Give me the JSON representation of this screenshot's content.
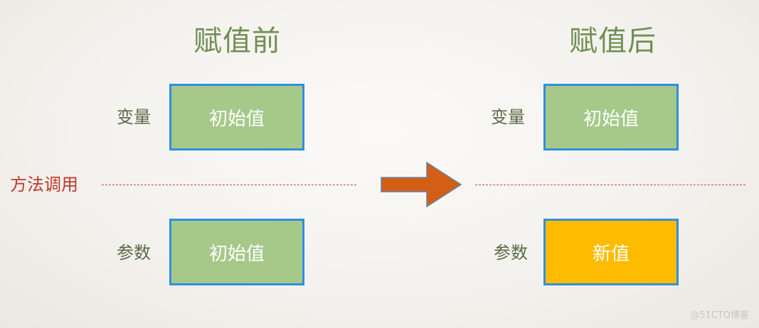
{
  "before": {
    "title": "赋值前",
    "variable_label": "变量",
    "variable_value": "初始值",
    "param_label": "参数",
    "param_value": "初始值"
  },
  "after": {
    "title": "赋值后",
    "variable_label": "变量",
    "variable_value": "初始值",
    "param_label": "参数",
    "param_value": "新值"
  },
  "method_call_label": "方法调用",
  "watermark": "@51CTO博客",
  "colors": {
    "title": "#6f8f55",
    "box_green": "#a6c98a",
    "box_gold": "#ffbb00",
    "box_border": "#2f8fe0",
    "divider": "#c44a3e",
    "arrow": "#d35f17"
  }
}
